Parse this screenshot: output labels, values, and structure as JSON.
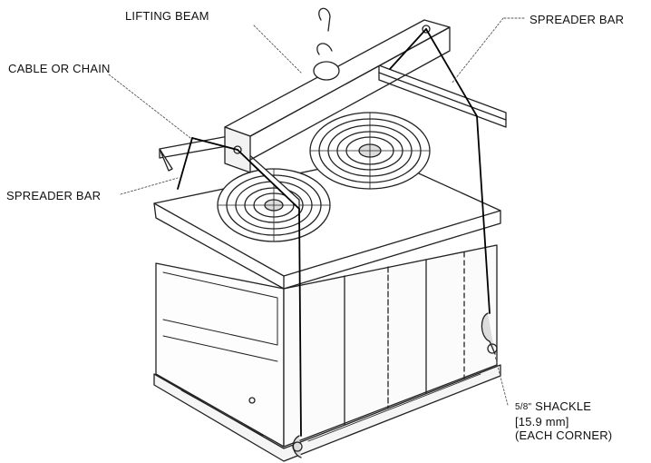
{
  "labels": {
    "lifting_beam": "LIFTING BEAM",
    "spreader_bar_top": "SPREADER BAR",
    "cable_or_chain": "CABLE OR CHAIN",
    "spreader_bar_left": "SPREADER BAR",
    "shackle": {
      "fraction": "5/8\"",
      "name": "SHACKLE",
      "metric": "[15.9 mm]",
      "note": "(EACH CORNER)"
    }
  }
}
